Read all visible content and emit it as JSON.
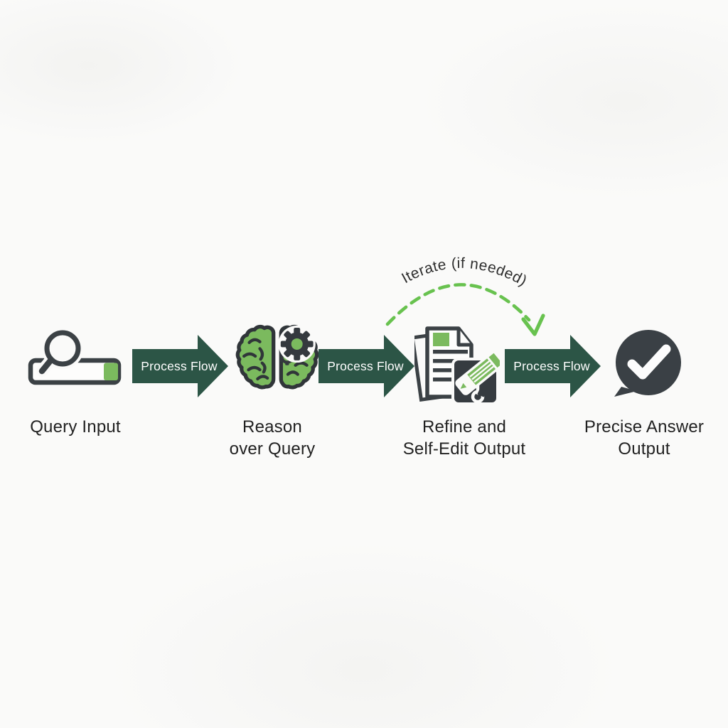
{
  "canvas": {
    "background": "#fafaf9"
  },
  "colors": {
    "arrow_dark_green": "#2c5546",
    "icon_green": "#7bba5e",
    "dash_bright_green": "#68c24f",
    "icon_charcoal": "#3a4045",
    "label_text": "#212121",
    "arrow_label_text": "#ffffff"
  },
  "stages": [
    {
      "id": "query-input",
      "icon": "search-bar-icon",
      "label_lines": [
        "Query Input"
      ]
    },
    {
      "id": "reason-over-query",
      "icon": "brain-gears-icon",
      "label_lines": [
        "Reason",
        "over Query"
      ]
    },
    {
      "id": "refine-self-edit",
      "icon": "document-pencil-icon",
      "label_lines": [
        "Refine and",
        "Self-Edit Output"
      ]
    },
    {
      "id": "precise-answer",
      "icon": "speech-bubble-check-icon",
      "label_lines": [
        "Precise Answer",
        "Output"
      ]
    }
  ],
  "connectors": [
    {
      "label": "Process Flow"
    },
    {
      "label": "Process Flow"
    },
    {
      "label": "Process Flow"
    }
  ],
  "iterate_annotation": {
    "label": "Iterate (if needed)"
  }
}
